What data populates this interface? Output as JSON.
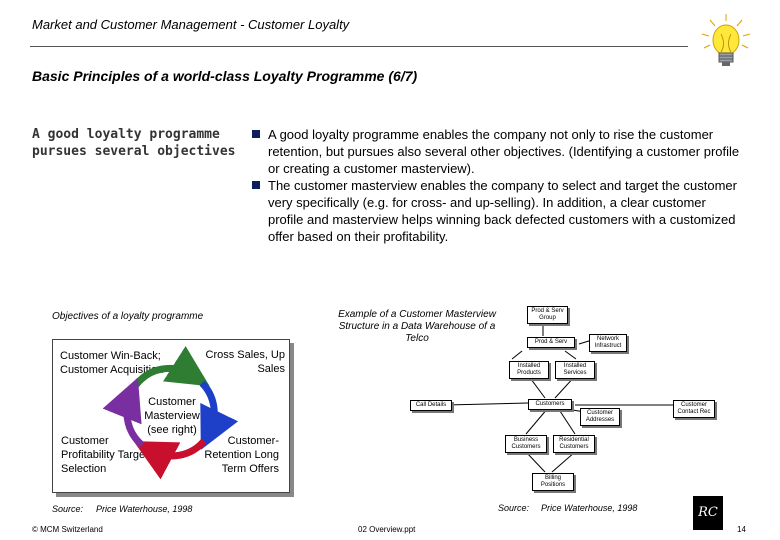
{
  "header": {
    "title": "Market and Customer Management - Customer Loyalty",
    "subtitle": "Basic Principles of a world-class Loyalty Programme (6/7)"
  },
  "left_heading": "A good loyalty programme pursues several objectives",
  "bullets": [
    "A good loyalty programme enables the company not only to rise the customer retention, but pursues also several other objectives. (Identifying a customer profile or creating a customer masterview).",
    "The customer masterview enables the company to select and target the customer very specifically (e.g. for cross- and up-selling). In addition, a clear customer profile and masterview helps winning back defected customers with a customized offer based on their profitability."
  ],
  "objectives": {
    "title": "Objectives of a loyalty programme",
    "top_left": "Customer Win-Back; Customer Acquisition",
    "top_right": "Cross Sales, Up Sales",
    "center": "Customer Masterview (see right)",
    "bottom_left": "Customer Profitability Target Selection",
    "bottom_right": "Customer- Retention Long Term Offers",
    "cycle_colors": [
      "#2e7d32",
      "#1e40c8",
      "#c8102e",
      "#7a2fa0",
      "#22c02a"
    ],
    "source_label": "Source:",
    "source_value": "Price Waterhouse, 1998"
  },
  "masterview": {
    "title": "Example of a Customer Masterview Structure in a Data Warehouse of a Telco",
    "nodes": {
      "prod_serv_group": "Prod & Serv Group",
      "prod_serv": "Prod & Serv",
      "network": "Network Infrastruct",
      "installed_products": "Installed Products",
      "installed_services": "Installed Services",
      "call_details": "Call Details",
      "customers": "Customers",
      "customer_addresses": "Customer Addresses",
      "customer_contact_rec": "Customer Contact Rec",
      "business_customers": "Business Customers",
      "residential_customers": "Residential Customers",
      "billing_positions": "Billing Positions"
    },
    "source_label": "Source:",
    "source_value": "Price Waterhouse, 1998"
  },
  "footer": {
    "copyright": "© MCM Switzerland",
    "file": "02 Overview.ppt",
    "page": "14",
    "logo": "RC"
  }
}
